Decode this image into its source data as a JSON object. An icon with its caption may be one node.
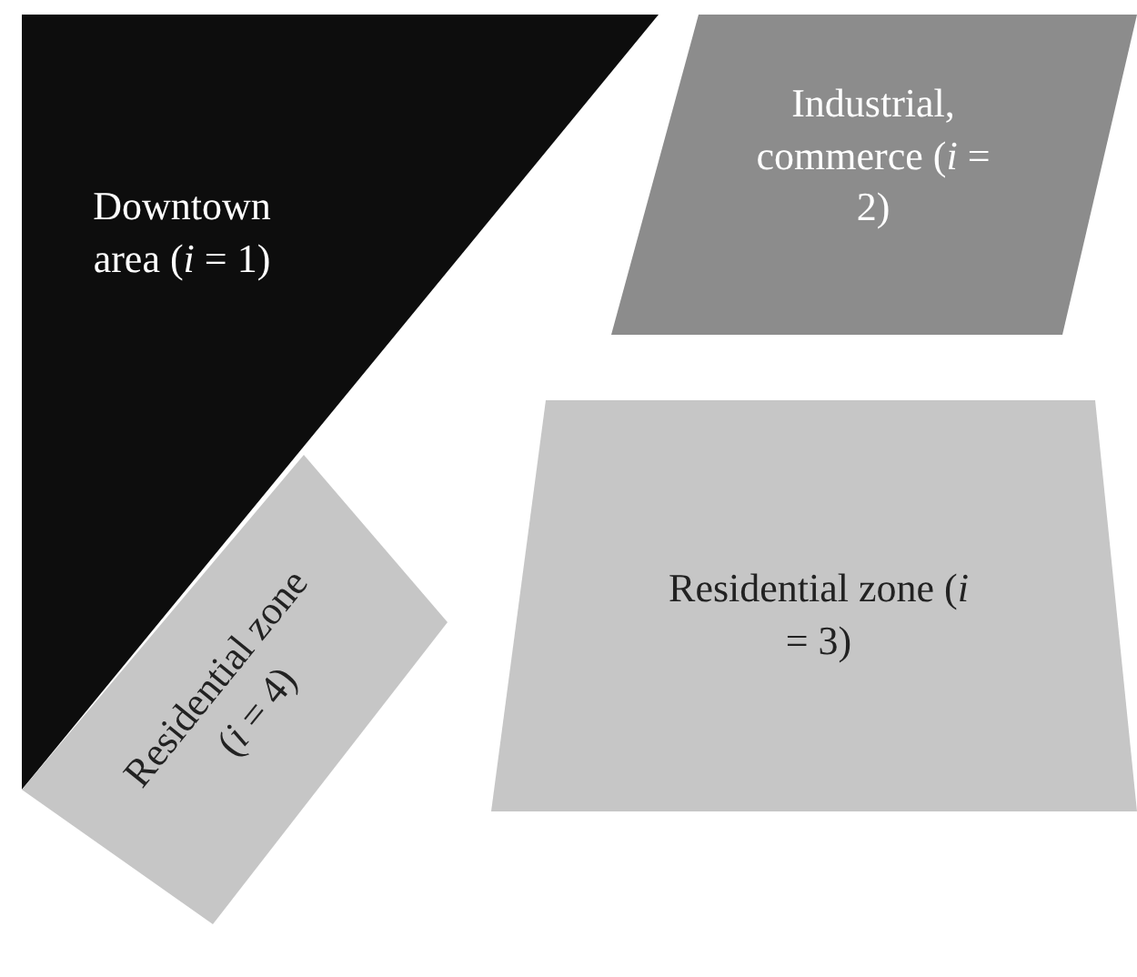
{
  "diagram": {
    "nodes": [
      {
        "text": [
          "Downtown area (*i* = 1)"
        ]
      },
      {
        "text": [
          "Industrial, commerce (*i* = 2)"
        ]
      },
      {
        "text": [
          "Residential zone (*i* = 3)"
        ]
      },
      {
        "text": [
          "Residential zone (*i* = 4)"
        ]
      }
    ]
  }
}
